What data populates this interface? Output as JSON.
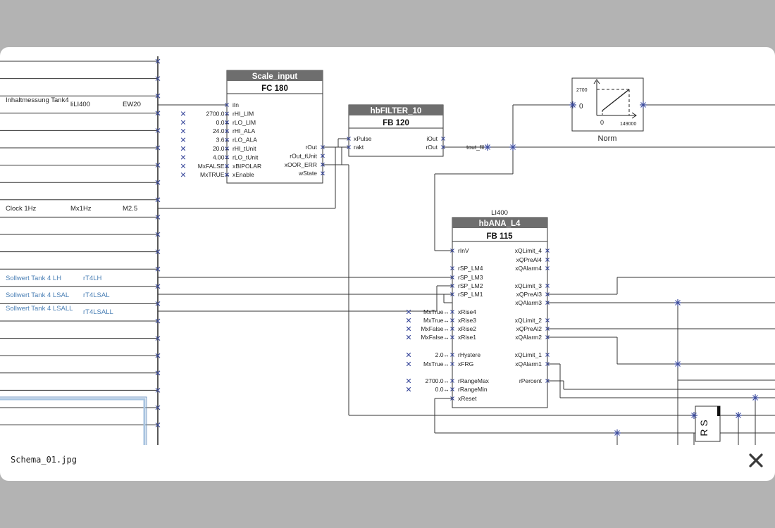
{
  "viewer": {
    "caption": "Schema_01.jpg"
  },
  "diagram": {
    "left_signals": [
      {
        "name": "Inhaltmessung Tank4",
        "tag": "liLI400",
        "addr": "EW20"
      },
      {
        "name": "Clock 1Hz",
        "tag": "Mx1Hz",
        "addr": "M2.5"
      },
      {
        "name": "Sollwert Tank 4 LH",
        "tag": "rT4LH",
        "addr": ""
      },
      {
        "name": "Sollwert Tank 4 LSAL",
        "tag": "rT4LSAL",
        "addr": ""
      },
      {
        "name": "Sollwert Tank 4 LSALL",
        "tag": "rT4LSALL",
        "addr": ""
      }
    ],
    "fc180": {
      "title": "Scale_input",
      "number": "FC 180",
      "inputs": [
        {
          "pin": "iIn",
          "value": ""
        },
        {
          "pin": "rHI_LIM",
          "value": "2700.0"
        },
        {
          "pin": "rLO_LIM",
          "value": "0.0"
        },
        {
          "pin": "rHI_ALA",
          "value": "24.0"
        },
        {
          "pin": "rLO_ALA",
          "value": "3.6"
        },
        {
          "pin": "rHI_tUnit",
          "value": "20.0"
        },
        {
          "pin": "rLO_tUnit",
          "value": "4.00"
        },
        {
          "pin": "xBIPOLAR",
          "value": "MxFALSE"
        },
        {
          "pin": "xEnable",
          "value": "MxTRUE"
        }
      ],
      "outputs": [
        "rOut",
        "rOut_tUnit",
        "xOOR_ERR",
        "wState"
      ]
    },
    "fb120": {
      "title": "hbFILTER_10",
      "number": "FB 120",
      "inputs": [
        "xPulse",
        "rakt"
      ],
      "outputs": [
        "iOut",
        "rOut"
      ],
      "out_signal": "tout_fil"
    },
    "norm": {
      "label": "Norm",
      "y_max": "2700",
      "y_min": "0",
      "x_min": "0",
      "x_max": "149000",
      "input_value": "0"
    },
    "fb115": {
      "instance": "LI400",
      "title": "hbANA_L4",
      "number": "FB 115",
      "inputs": [
        {
          "pin": "rInV",
          "value": ""
        },
        {
          "pin": "rSP_LM4",
          "value": ""
        },
        {
          "pin": "rSP_LM3",
          "value": ""
        },
        {
          "pin": "rSP_LM2",
          "value": ""
        },
        {
          "pin": "rSP_LM1",
          "value": ""
        },
        {
          "pin": "xRise4",
          "value": "MxTrue"
        },
        {
          "pin": "xRise3",
          "value": "MxTrue"
        },
        {
          "pin": "xRise2",
          "value": "MxFalse"
        },
        {
          "pin": "xRise1",
          "value": "MxFalse"
        },
        {
          "pin": "rHystere",
          "value": "2.0"
        },
        {
          "pin": "xFRG",
          "value": "MxTrue"
        },
        {
          "pin": "rRangeMax",
          "value": "2700.0"
        },
        {
          "pin": "rRangeMin",
          "value": "0.0"
        },
        {
          "pin": "xReset",
          "value": ""
        }
      ],
      "outputs": [
        "xQLimit_4",
        "xQPreAl4",
        "xQAlarm4",
        "xQLimit_3",
        "xQPreAl3",
        "xQAlarm3",
        "xQLimit_2",
        "xQPreAl2",
        "xQAlarm2",
        "xQLimit_1",
        "xQAlarm1",
        "rPercent"
      ]
    },
    "rs": {
      "label": "R S"
    }
  }
}
